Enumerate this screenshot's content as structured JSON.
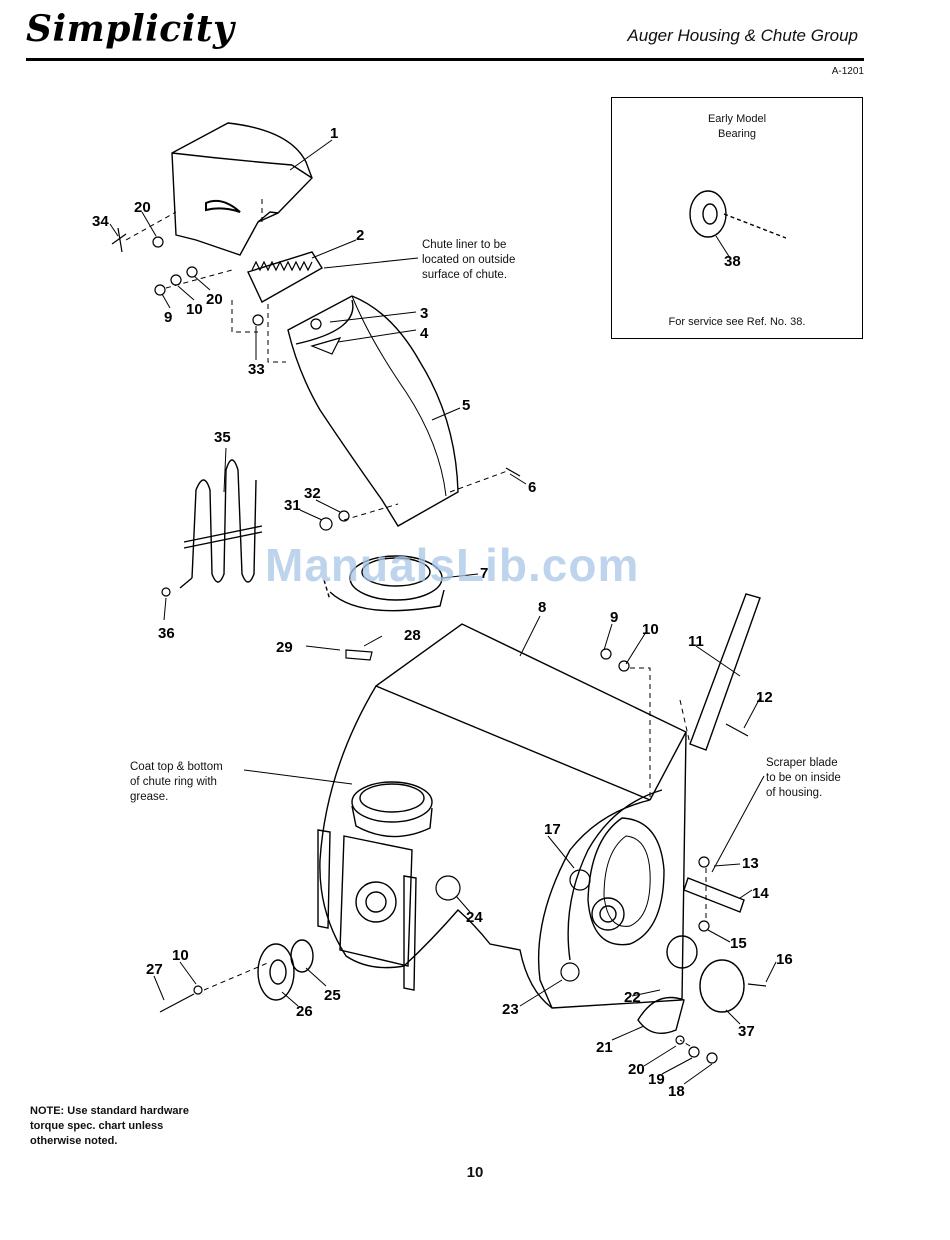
{
  "header": {
    "logo_text": "Simplicity",
    "section_title": "Auger Housing & Chute Group",
    "figure_code": "A-1201"
  },
  "inset": {
    "title_line1": "Early Model",
    "title_line2": "Bearing",
    "part_ref": "38",
    "service_note": "For service see Ref. No. 38."
  },
  "callouts": {
    "chute_liner": [
      "Chute liner to be",
      "located on outside",
      "surface of chute."
    ],
    "chute_ring": [
      "Coat top & bottom",
      "of chute ring with",
      "grease."
    ],
    "scraper_blade": [
      "Scraper blade",
      "to be on inside",
      "of housing."
    ]
  },
  "part_refs": {
    "r1": "1",
    "r2": "2",
    "r3": "3",
    "r4": "4",
    "r5": "5",
    "r6": "6",
    "r7": "7",
    "r8": "8",
    "r9a": "9",
    "r9b": "9",
    "r10a": "10",
    "r10b": "10",
    "r10c": "10",
    "r11": "11",
    "r12": "12",
    "r13": "13",
    "r14": "14",
    "r15": "15",
    "r16": "16",
    "r17": "17",
    "r18": "18",
    "r19": "19",
    "r20a": "20",
    "r20b": "20",
    "r20c": "20",
    "r21": "21",
    "r22": "22",
    "r23": "23",
    "r24": "24",
    "r25": "25",
    "r26": "26",
    "r27": "27",
    "r28": "28",
    "r29": "29",
    "r31": "31",
    "r32": "32",
    "r33": "33",
    "r34": "34",
    "r35": "35",
    "r36": "36",
    "r37": "37"
  },
  "footer": {
    "note_line1": "NOTE: Use standard hardware",
    "note_line2": "torque spec. chart unless",
    "note_line3": "otherwise noted.",
    "page_number": "10"
  },
  "watermark": "ManualsLib.com",
  "colors": {
    "line": "#000000",
    "watermark": "#a9c6e8"
  }
}
